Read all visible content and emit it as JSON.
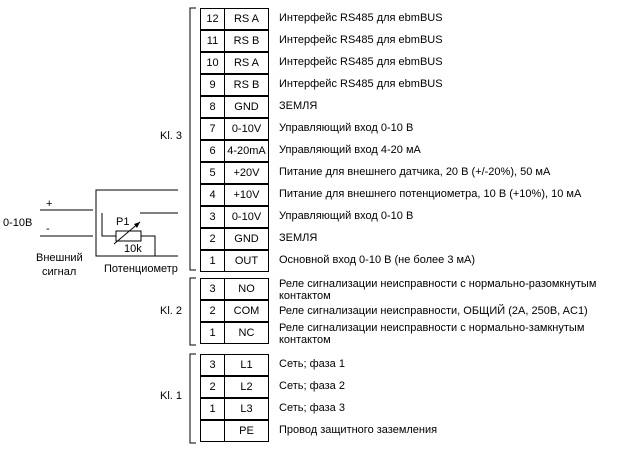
{
  "groups": [
    {
      "label": "Kl. 3",
      "rows": [
        {
          "num": "12",
          "code": "RS A",
          "desc": "Интерфейс RS485 для ebmBUS"
        },
        {
          "num": "11",
          "code": "RS B",
          "desc": "Интерфейс RS485 для ebmBUS"
        },
        {
          "num": "10",
          "code": "RS A",
          "desc": "Интерфейс RS485 для ebmBUS"
        },
        {
          "num": "9",
          "code": "RS B",
          "desc": "Интерфейс RS485 для ebmBUS"
        },
        {
          "num": "8",
          "code": "GND",
          "desc": "ЗЕМЛЯ"
        },
        {
          "num": "7",
          "code": "0-10V",
          "desc": "Управляющий вход 0-10 В"
        },
        {
          "num": "6",
          "code": "4-20mA",
          "desc": "Управляющий вход 4-20 мА"
        },
        {
          "num": "5",
          "code": "+20V",
          "desc": "Питание для внешнего датчика, 20 В (+/-20%), 50 мА"
        },
        {
          "num": "4",
          "code": "+10V",
          "desc": "Питание для внешнего потенциометра, 10 В (+10%), 10 мА"
        },
        {
          "num": "3",
          "code": "0-10V",
          "desc": "Управляющий вход 0-10 В"
        },
        {
          "num": "2",
          "code": "GND",
          "desc": "ЗЕМЛЯ"
        },
        {
          "num": "1",
          "code": "OUT",
          "desc": "Основной вход 0-10 В (не более 3 мА)"
        }
      ]
    },
    {
      "label": "Kl. 2",
      "rows": [
        {
          "num": "3",
          "code": "NO",
          "desc": "Реле сигнализации неисправности с нормально-разомкнутым",
          "desc2": "контактом"
        },
        {
          "num": "2",
          "code": "COM",
          "desc": "Реле сигнализации неисправности, ОБЩИЙ (2A, 250B, AC1)"
        },
        {
          "num": "1",
          "code": "NC",
          "desc": "Реле сигнализации неисправности с нормально-замкнутым",
          "desc2": "контактом"
        }
      ]
    },
    {
      "label": "Kl. 1",
      "rows": [
        {
          "num": "3",
          "code": "L1",
          "desc": "Сеть; фаза 1"
        },
        {
          "num": "2",
          "code": "L2",
          "desc": "Сеть; фаза 2"
        },
        {
          "num": "1",
          "code": "L3",
          "desc": "Сеть; фаза 3"
        },
        {
          "num": "",
          "code": "PE",
          "desc": "Провод защитного заземления"
        }
      ]
    }
  ],
  "external": {
    "voltage_label": "0-10В",
    "plus": "+",
    "minus": "-",
    "signal_line1": "Внешний",
    "signal_line2": "сигнал",
    "pot_name": "P1",
    "pot_value": "10k",
    "pot_label": "Потенциометр"
  }
}
